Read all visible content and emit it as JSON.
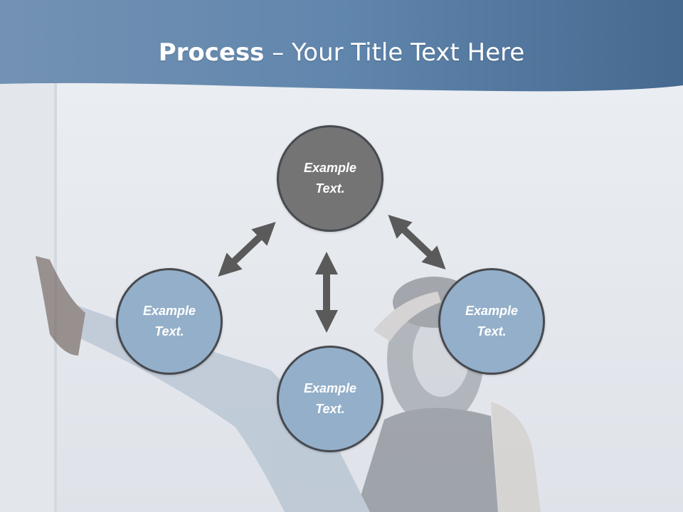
{
  "slide": {
    "title_bold": "Process",
    "title_rest": " – Your Title Text Here",
    "nodes": {
      "top": {
        "label": "Example Text.",
        "color": "#747474"
      },
      "left": {
        "label": "Example Text.",
        "color": "#94afc9"
      },
      "right": {
        "label": "Example Text.",
        "color": "#94afc9"
      },
      "bottom": {
        "label": "Example Text.",
        "color": "#94afc9"
      }
    },
    "colors": {
      "header": "#5b7fa6",
      "arrow": "#5a5a5a",
      "circle_border": "#474a50"
    }
  }
}
